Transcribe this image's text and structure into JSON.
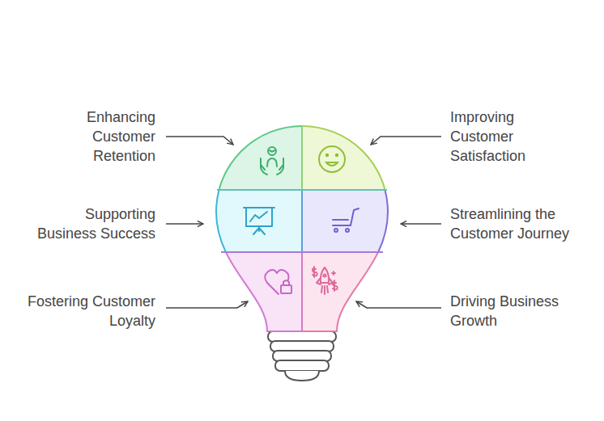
{
  "diagram": {
    "labels": [
      "Enhancing Customer Retention",
      "Improving Customer Satisfaction",
      "Supporting Business Success",
      "Streamlining the Customer Journey",
      "Fostering Customer Loyalty",
      "Driving Business Growth"
    ]
  }
}
